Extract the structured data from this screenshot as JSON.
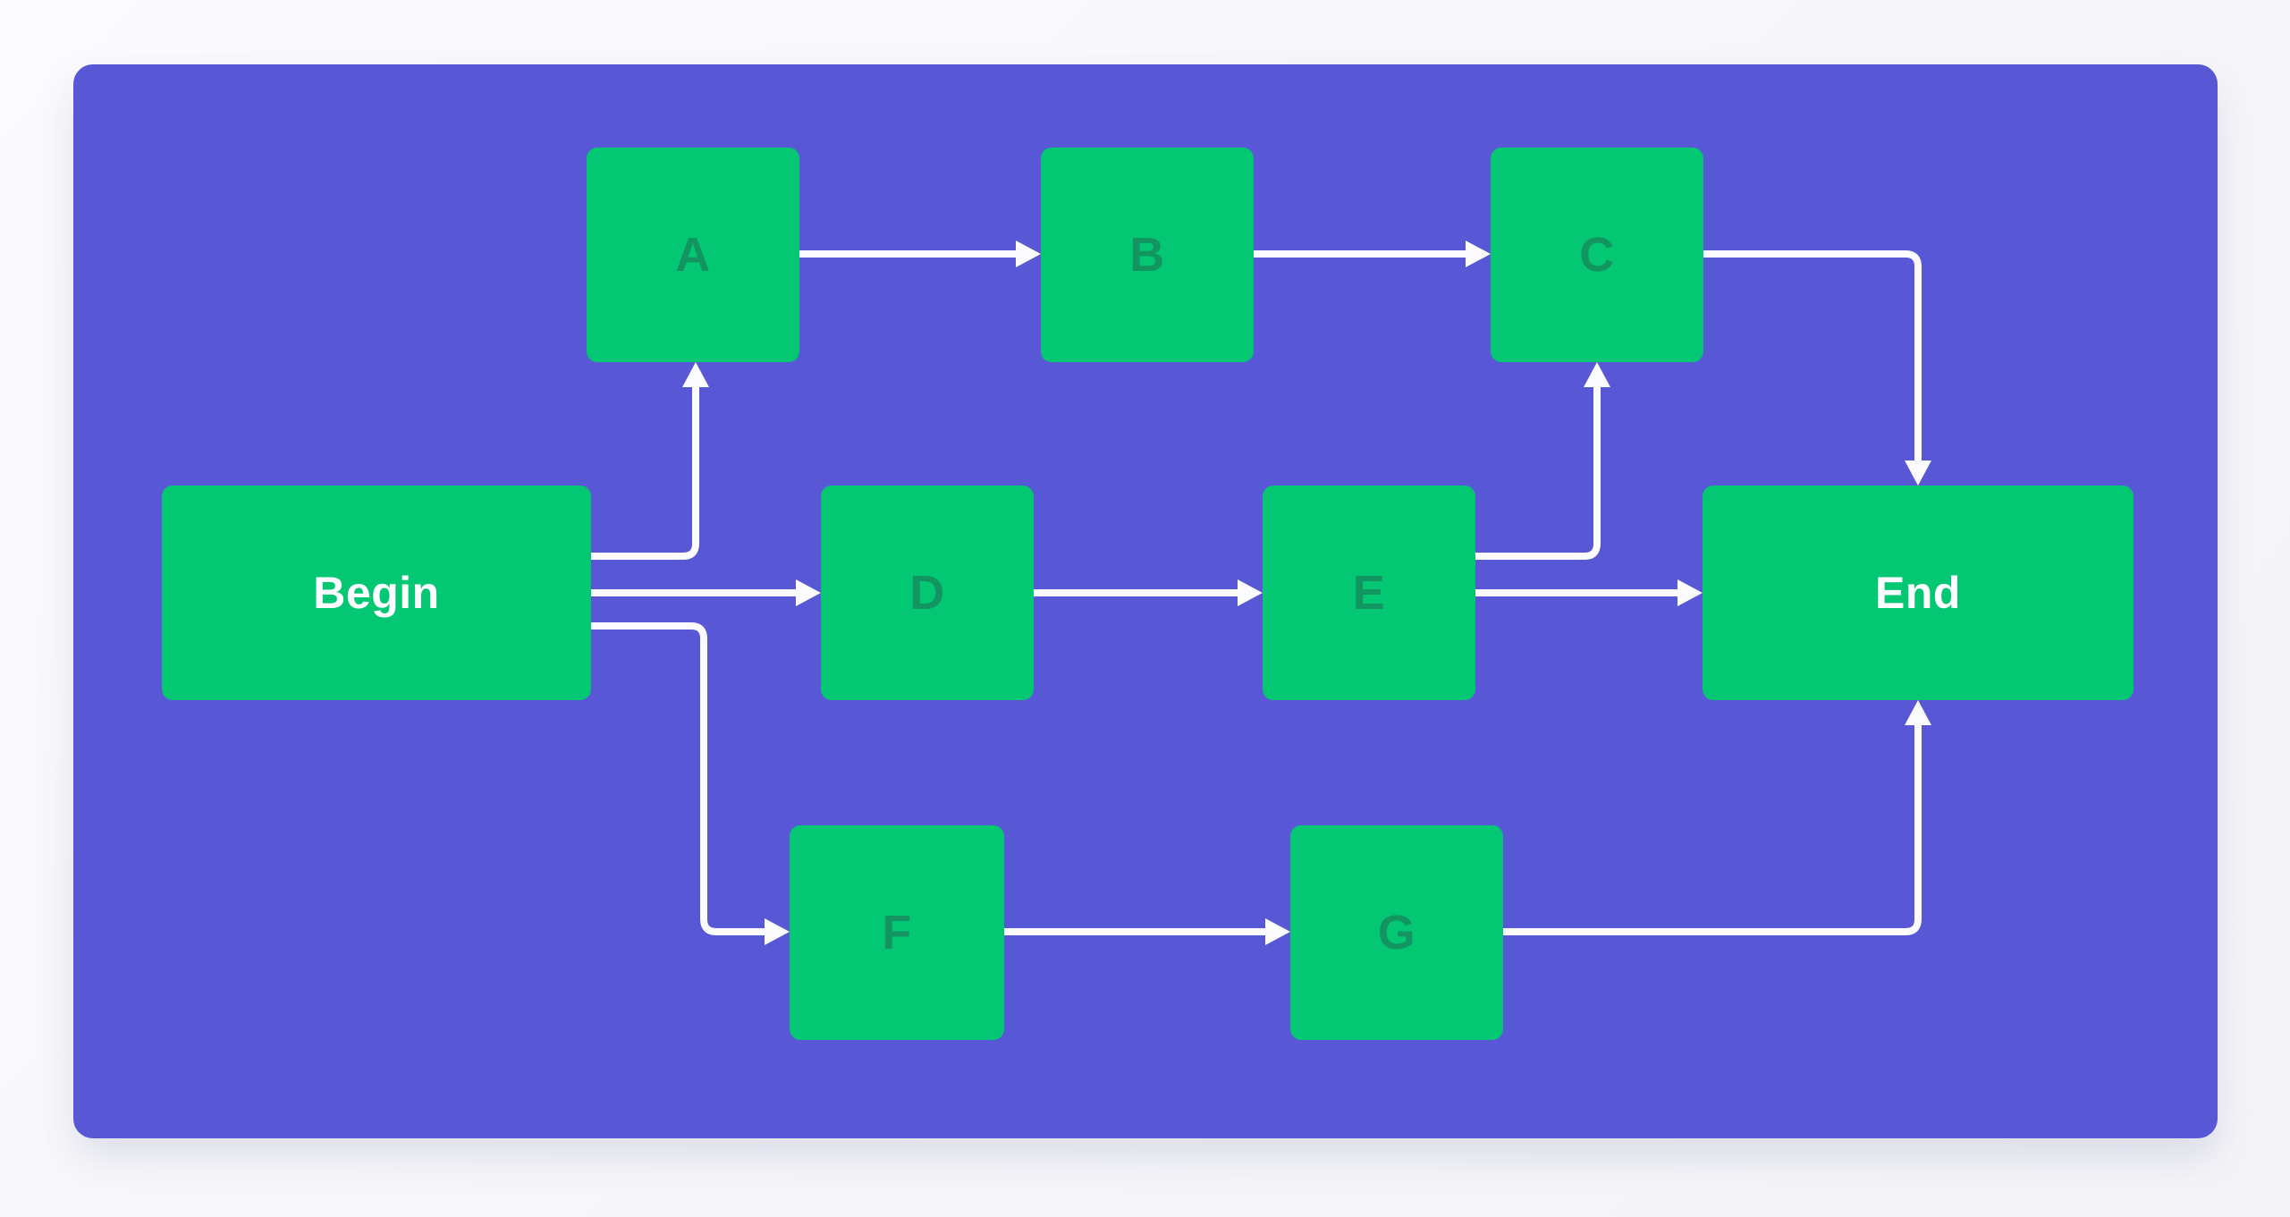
{
  "colors": {
    "canvas_background": "#F7F7FA",
    "panel_background": "#5857D6",
    "node_fill": "#04C774",
    "node_letter_color": "#129560",
    "node_terminal_text_color": "#FFFFFF",
    "connector_color": "#FBFBFD"
  },
  "diagram": {
    "nodes": [
      {
        "id": "begin",
        "label": "Begin"
      },
      {
        "id": "a",
        "label": "A"
      },
      {
        "id": "b",
        "label": "B"
      },
      {
        "id": "c",
        "label": "C"
      },
      {
        "id": "d",
        "label": "D"
      },
      {
        "id": "e",
        "label": "E"
      },
      {
        "id": "f",
        "label": "F"
      },
      {
        "id": "g",
        "label": "G"
      },
      {
        "id": "end",
        "label": "End"
      }
    ],
    "edges": [
      {
        "from": "Begin",
        "to": "A"
      },
      {
        "from": "Begin",
        "to": "D"
      },
      {
        "from": "Begin",
        "to": "F"
      },
      {
        "from": "A",
        "to": "B"
      },
      {
        "from": "B",
        "to": "C"
      },
      {
        "from": "C",
        "to": "End"
      },
      {
        "from": "D",
        "to": "E"
      },
      {
        "from": "E",
        "to": "C"
      },
      {
        "from": "E",
        "to": "End"
      },
      {
        "from": "F",
        "to": "G"
      },
      {
        "from": "G",
        "to": "End"
      }
    ]
  }
}
